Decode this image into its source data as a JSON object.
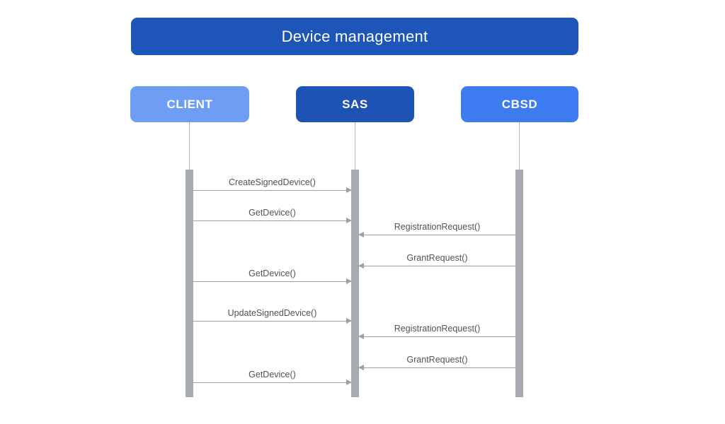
{
  "diagram": {
    "type": "sequence-diagram",
    "title": "Device management",
    "colors": {
      "title_banner": "#1d56b8",
      "actor_client": "#6d9ef3",
      "actor_sas": "#1d53b5",
      "actor_cbsd": "#3c7cf0",
      "lifeline": "#b5b8bc",
      "activation_bar": "#a7aaae",
      "message_line": "#9aa0a6",
      "message_text": "#4e5358",
      "background": "#ffffff"
    },
    "actors": [
      {
        "name": "CLIENT"
      },
      {
        "name": "SAS"
      },
      {
        "name": "CBSD"
      }
    ],
    "messages": [
      {
        "label": "CreateSignedDevice()",
        "from": "CLIENT",
        "to": "SAS"
      },
      {
        "label": "GetDevice()",
        "from": "CLIENT",
        "to": "SAS"
      },
      {
        "label": "RegistrationRequest()",
        "from": "CBSD",
        "to": "SAS"
      },
      {
        "label": "GrantRequest()",
        "from": "CBSD",
        "to": "SAS"
      },
      {
        "label": "GetDevice()",
        "from": "CLIENT",
        "to": "SAS"
      },
      {
        "label": "UpdateSignedDevice()",
        "from": "CLIENT",
        "to": "SAS"
      },
      {
        "label": "RegistrationRequest()",
        "from": "CBSD",
        "to": "SAS"
      },
      {
        "label": "GrantRequest()",
        "from": "CBSD",
        "to": "SAS"
      },
      {
        "label": "GetDevice()",
        "from": "CLIENT",
        "to": "SAS"
      }
    ]
  }
}
